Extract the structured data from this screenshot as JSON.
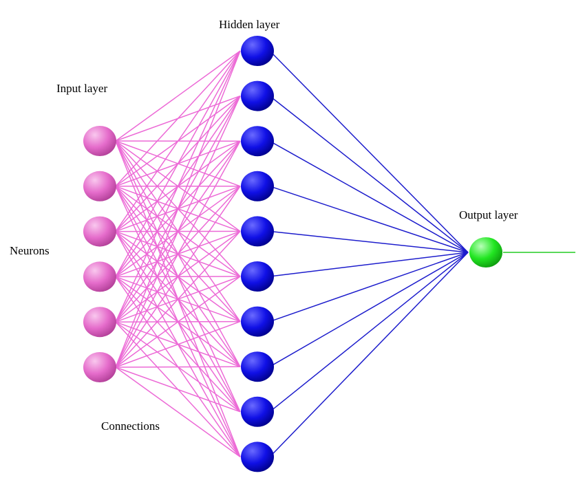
{
  "labels": {
    "hidden": "Hidden layer",
    "input": "Input layer",
    "output": "Output layer",
    "neurons": "Neurons",
    "connections": "Connections"
  },
  "network": {
    "input_count": 6,
    "hidden_count": 10,
    "output_count": 1,
    "connectivity": "fully-connected"
  },
  "colors": {
    "input_neuron": "#e26fc8",
    "input_connection": "#ec6ad6",
    "hidden_neuron": "#1010e0",
    "hidden_connection": "#1c1ccc",
    "output_neuron": "#22e022",
    "output_line": "#22cc22"
  }
}
